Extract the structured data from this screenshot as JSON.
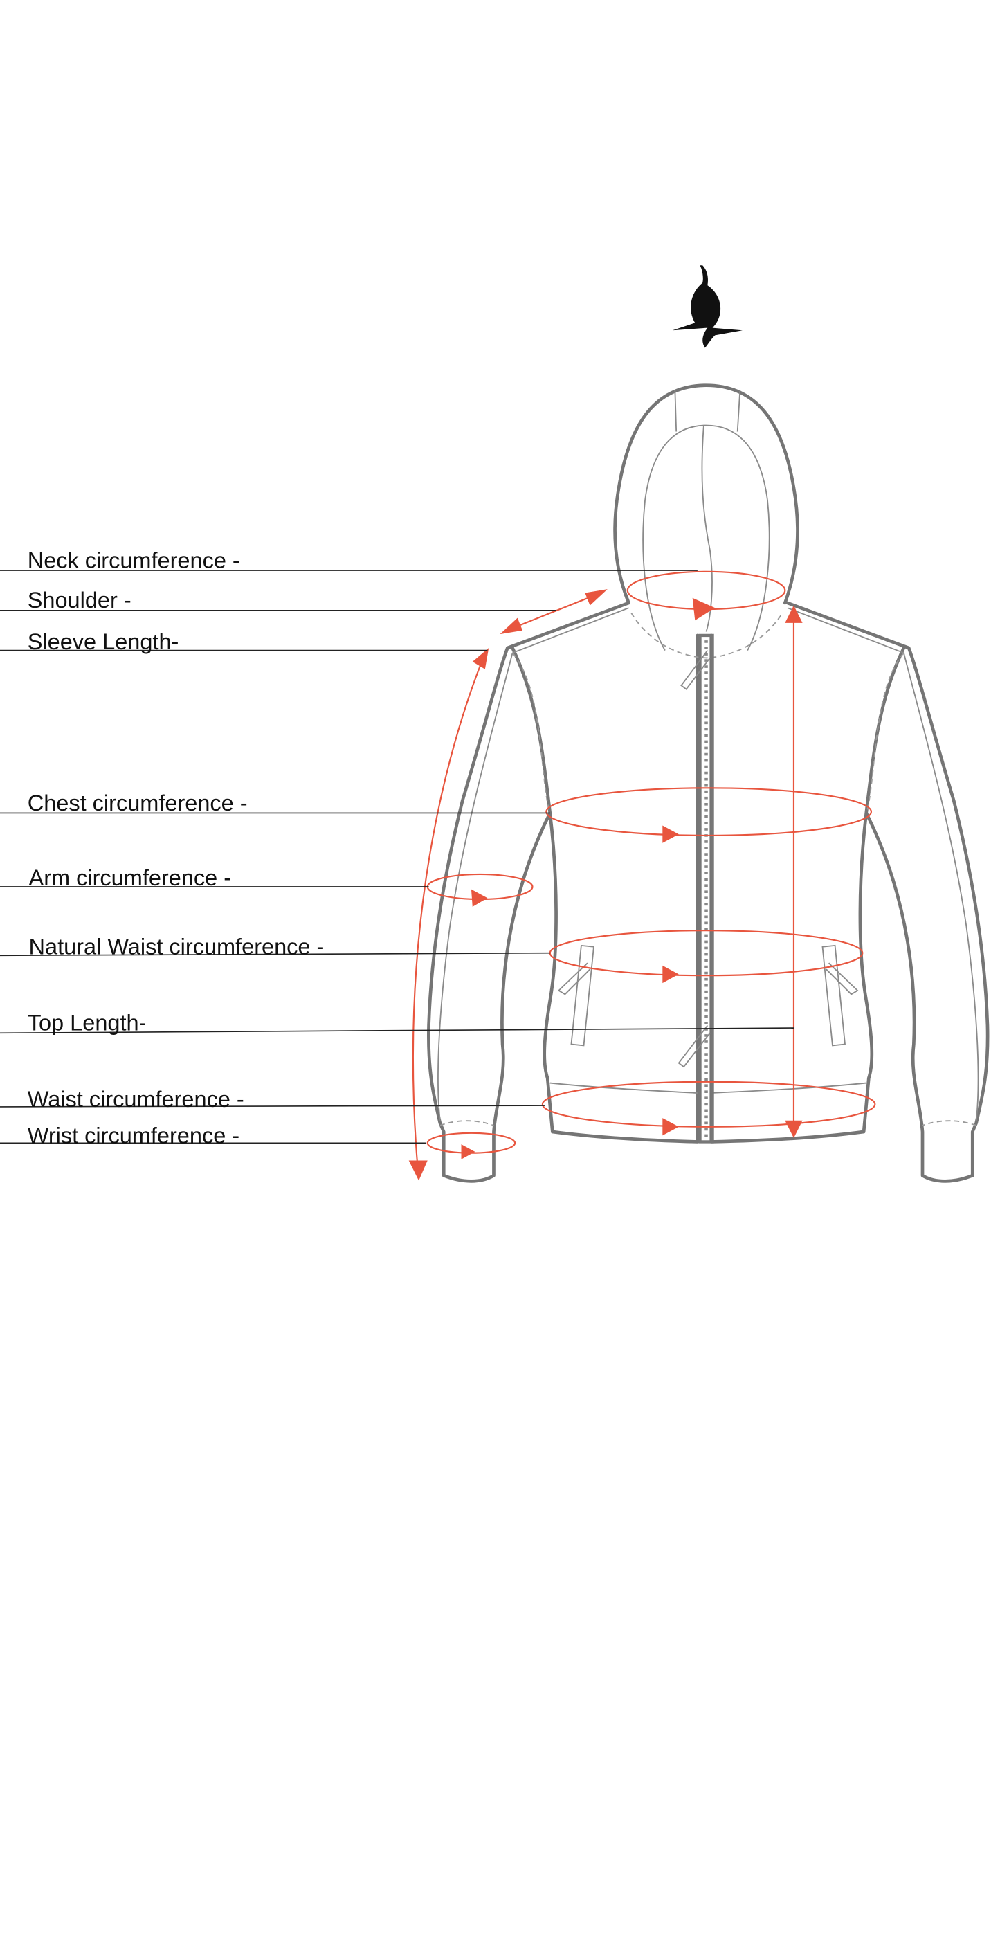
{
  "logo": {
    "icon": "flame-leaf-logo"
  },
  "labels": {
    "neck": "Neck circumference -",
    "shoulder": "Shoulder -",
    "sleeve_length": "Sleeve Length-",
    "chest": "Chest circumference -",
    "arm": "Arm circumference -",
    "natural_waist": "Natural Waist circumference -",
    "top_length": "Top Length-",
    "waist": "Waist circumference -",
    "wrist": "Wrist circumference -"
  },
  "colors": {
    "accent": "#e8553e",
    "outline": "#757575",
    "text": "#111111"
  }
}
